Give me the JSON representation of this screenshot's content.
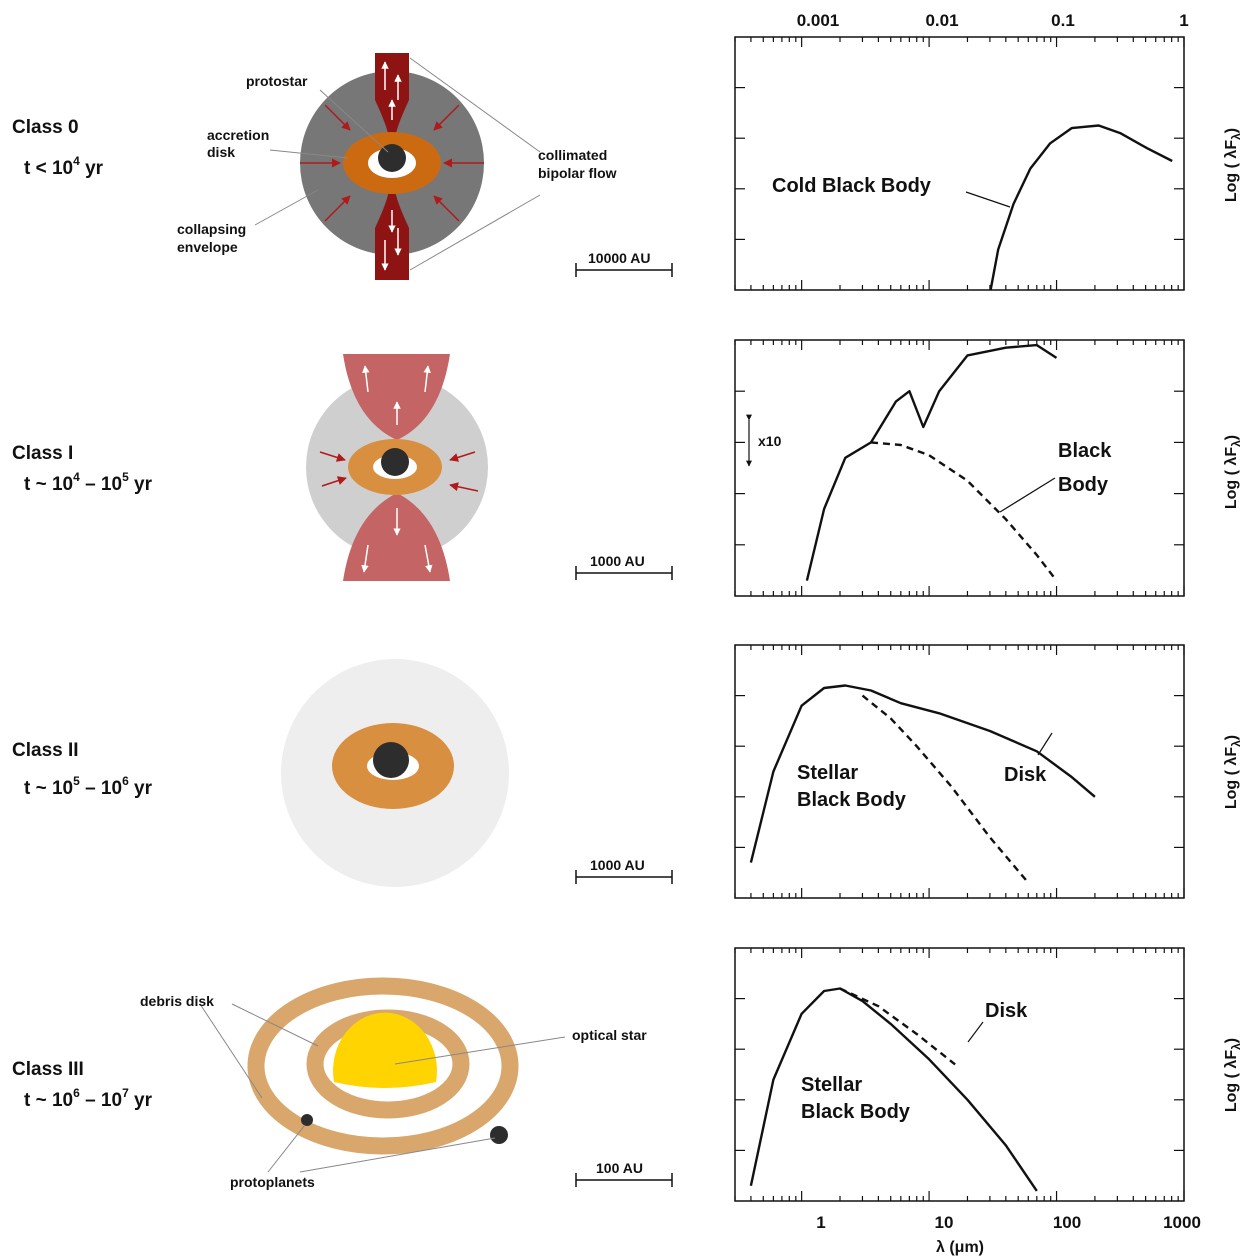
{
  "classes": [
    {
      "name": "Class 0",
      "age_pre": "t < 10",
      "age_exp": "4",
      "age_post": " yr"
    },
    {
      "name": "Class I",
      "age_pre": "t ~ 10",
      "age_exp": "4",
      "age_mid": " – 10",
      "age_exp2": "5",
      "age_post": " yr"
    },
    {
      "name": "Class II",
      "age_pre": "t ~ 10",
      "age_exp": "5",
      "age_mid": " – 10",
      "age_exp2": "6",
      "age_post": " yr"
    },
    {
      "name": "Class III",
      "age_pre": "t ~ 10",
      "age_exp": "6",
      "age_mid": " – 10",
      "age_exp2": "7",
      "age_post": " yr"
    }
  ],
  "scales": [
    "10000 AU",
    "1000 AU",
    "1000 AU",
    "100 AU"
  ],
  "diagram_labels": {
    "protostar": "protostar",
    "accretion_disk_1": "accretion",
    "accretion_disk_2": "disk",
    "collapsing_1": "collapsing",
    "collapsing_2": "envelope",
    "bipolar_1": "collimated",
    "bipolar_2": "bipolar flow",
    "debris_disk": "debris disk",
    "optical_star": "optical star",
    "protoplanets": "protoplanets"
  },
  "colors": {
    "envelope_dark": "#777777",
    "envelope_light": "#cfcfcf",
    "envelope_faint": "#eeeeee",
    "disk_dark": "#cc6a12",
    "disk_mid": "#d98f40",
    "outflow_dark": "#8e1414",
    "outflow_light": "#c46464",
    "star": "#2d2d2d",
    "optical_star": "#ffd400",
    "debris": "#d9a66b",
    "arrow_red": "#b01a1a"
  },
  "chart_data": [
    {
      "type": "line",
      "panel": "Class 0",
      "x_scale": "log",
      "top_axis_ticks": [
        "0.001",
        "0.01",
        "0.1",
        "1"
      ],
      "ylabel": "Log ( λF",
      "ylabel_sub": "λ",
      "ylabel_end": ")",
      "annotation": "Cold Black Body",
      "series": [
        {
          "style": "solid",
          "x": [
            26,
            30,
            40,
            55,
            80,
            120,
            200,
            300,
            500,
            800
          ],
          "y": [
            0.0,
            0.8,
            1.7,
            2.4,
            2.9,
            3.2,
            3.25,
            3.1,
            2.8,
            2.55
          ]
        }
      ]
    },
    {
      "type": "line",
      "panel": "Class I",
      "x_scale": "log",
      "ylabel": "Log ( λF",
      "ylabel_sub": "λ",
      "ylabel_end": ")",
      "annotation": [
        "Black",
        "Body"
      ],
      "scale_marker": "x10",
      "series": [
        {
          "style": "solid",
          "x": [
            1.1,
            1.5,
            2.2,
            3.5,
            5.5,
            7,
            9,
            12,
            20,
            40,
            70,
            100
          ],
          "y": [
            0.3,
            1.7,
            2.7,
            3.0,
            3.8,
            4.0,
            3.3,
            4.0,
            4.7,
            4.85,
            4.9,
            4.65
          ]
        },
        {
          "style": "dashed",
          "x": [
            3.5,
            6,
            10,
            20,
            40,
            70,
            100
          ],
          "y": [
            3.0,
            2.95,
            2.75,
            2.25,
            1.5,
            0.8,
            0.3
          ]
        }
      ]
    },
    {
      "type": "line",
      "panel": "Class II",
      "x_scale": "log",
      "ylabel": "Log ( λF",
      "ylabel_sub": "λ",
      "ylabel_end": ")",
      "annotation": [
        "Stellar",
        "Black Body"
      ],
      "annotation2": "Disk",
      "series": [
        {
          "style": "solid",
          "x": [
            0.4,
            0.6,
            1.0,
            1.5,
            2.2,
            3.5,
            6,
            12,
            30,
            70,
            130,
            200
          ],
          "y": [
            0.7,
            2.5,
            3.8,
            4.15,
            4.2,
            4.1,
            3.85,
            3.65,
            3.3,
            2.9,
            2.4,
            2.0
          ]
        },
        {
          "style": "dashed",
          "x": [
            3,
            5,
            8,
            15,
            30,
            60
          ],
          "y": [
            4.0,
            3.55,
            3.0,
            2.2,
            1.2,
            0.3
          ]
        }
      ]
    },
    {
      "type": "line",
      "panel": "Class III",
      "x_scale": "log",
      "x_ticks": [
        "1",
        "10",
        "100",
        "1000"
      ],
      "xlabel": "λ (μm)",
      "ylabel": "Log ( λF",
      "ylabel_sub": "λ",
      "ylabel_end": ")",
      "annotation": [
        "Stellar",
        "Black Body"
      ],
      "annotation2": "Disk",
      "series": [
        {
          "style": "solid",
          "x": [
            0.4,
            0.6,
            1.0,
            1.5,
            2.0,
            3,
            5,
            10,
            20,
            40,
            70
          ],
          "y": [
            0.3,
            2.4,
            3.7,
            4.15,
            4.2,
            3.95,
            3.5,
            2.8,
            2.0,
            1.1,
            0.2
          ]
        },
        {
          "style": "dashed",
          "x": [
            2.0,
            4,
            8,
            16
          ],
          "y": [
            4.2,
            3.85,
            3.3,
            2.7
          ]
        }
      ]
    }
  ]
}
